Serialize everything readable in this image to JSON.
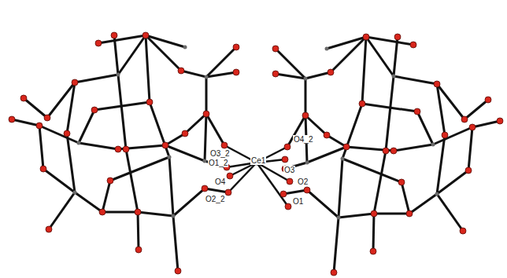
{
  "diagram": {
    "labels": [
      "O3_2",
      "O4_2",
      "O1_2",
      "Ce1",
      "O3",
      "O4",
      "O2",
      "O2_2",
      "O1"
    ]
  }
}
